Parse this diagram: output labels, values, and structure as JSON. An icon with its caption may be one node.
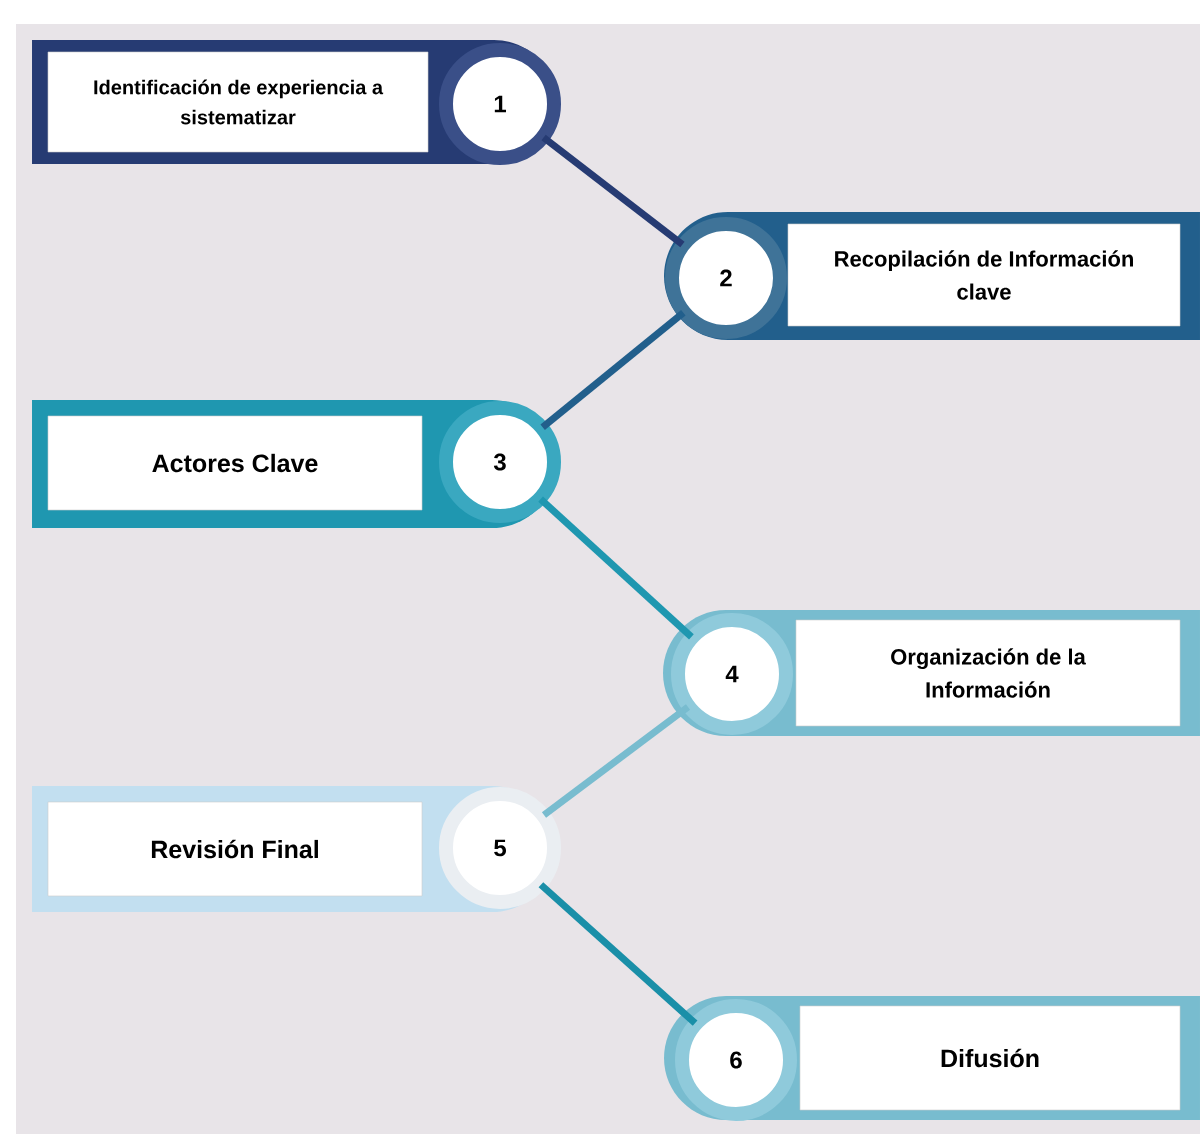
{
  "diagram": {
    "nodes": [
      {
        "text": [
          "Identificación de experiencia a sistematizar"
        ]
      },
      {
        "text": [
          "1"
        ],
        "in": 0
      },
      {
        "text": [
          "Recopilación de Información clave"
        ]
      },
      {
        "text": [
          "2"
        ],
        "in": 2
      },
      {
        "text": [
          "Actores Clave"
        ]
      },
      {
        "text": [
          "3"
        ],
        "in": 4
      },
      {
        "text": [
          "Organización de la Información"
        ]
      },
      {
        "text": [
          "4"
        ],
        "in": 6
      },
      {
        "text": [
          "Revisión Final"
        ]
      },
      {
        "text": [
          "5"
        ],
        "in": 8
      },
      {
        "text": [
          "Difusión"
        ]
      },
      {
        "text": [
          "6"
        ],
        "in": 10
      }
    ],
    "edges": [
      {
        "from": 1,
        "to": 3,
        "arrow": "none",
        "color": "#263b73"
      },
      {
        "from": 3,
        "to": 5,
        "arrow": "none",
        "color": "#225f8c"
      },
      {
        "from": 5,
        "to": 7,
        "arrow": "none",
        "color": "#1f97b0"
      },
      {
        "from": 7,
        "to": 9,
        "arrow": "none",
        "color": "#78bccf"
      },
      {
        "from": 9,
        "to": 11,
        "arrow": "none",
        "color": "#1a8fa8"
      }
    ]
  }
}
